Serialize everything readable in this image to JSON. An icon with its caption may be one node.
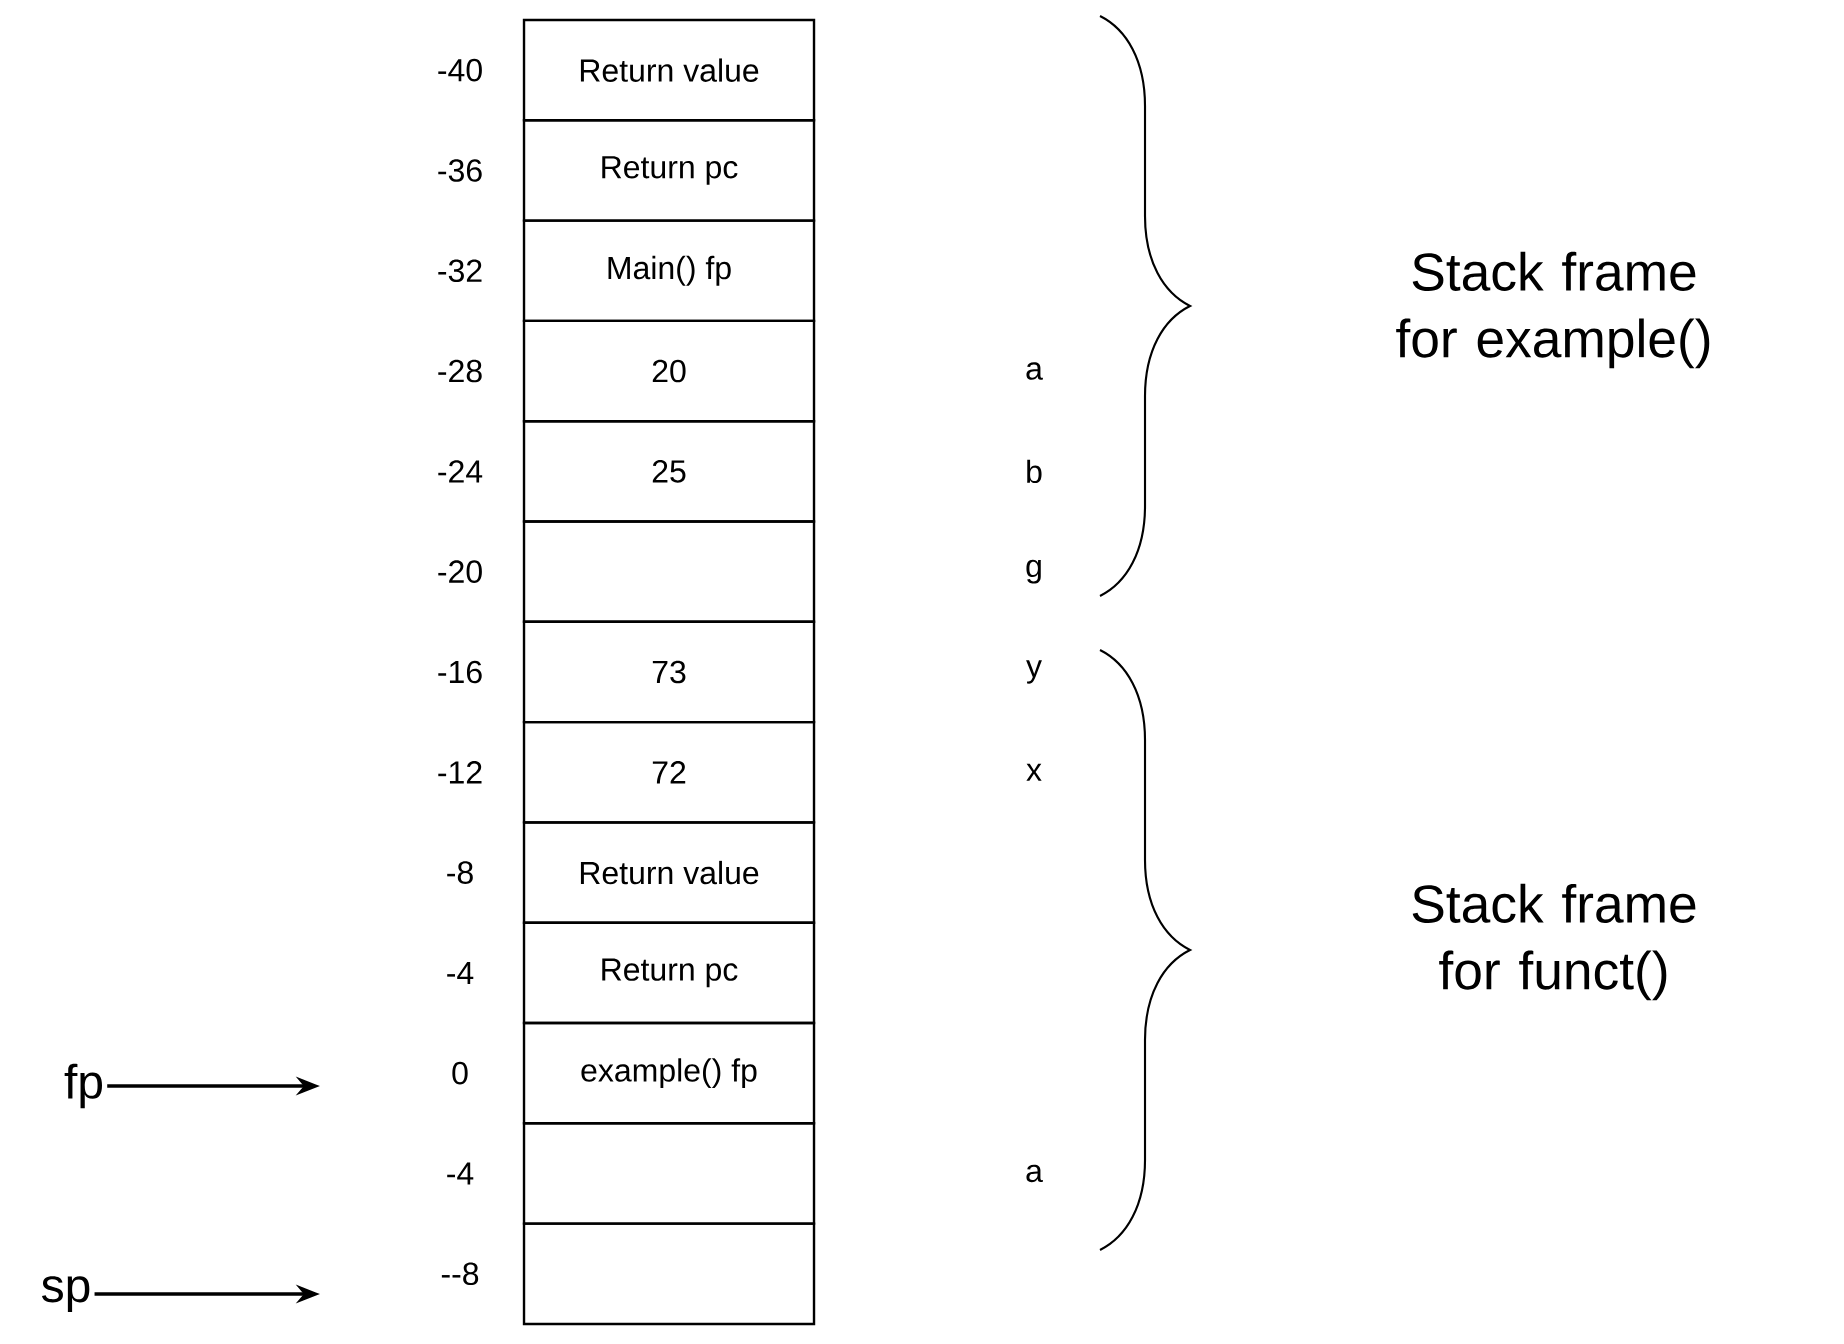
{
  "diagram": {
    "nodes": [
      {
        "text": [
          "Return value"
        ]
      },
      {
        "text": [
          "Return pc"
        ]
      },
      {
        "text": [
          "Main() fp"
        ]
      },
      {
        "text": [
          "20"
        ]
      },
      {
        "text": [
          "25"
        ]
      },
      {
        "text": [],
        "shape": "box"
      },
      {
        "text": [
          "73"
        ]
      },
      {
        "text": [
          "72"
        ]
      },
      {
        "text": [
          "Return value"
        ]
      },
      {
        "text": [
          "Return pc"
        ]
      },
      {
        "text": [
          "example() fp"
        ]
      },
      {
        "text": [],
        "shape": "box"
      },
      {
        "text": [],
        "shape": "box"
      },
      {
        "text": [
          "fp"
        ]
      },
      {
        "text": [
          "sp"
        ]
      }
    ],
    "edges": [
      {
        "from": 13,
        "to": null,
        "arrow": "to"
      },
      {
        "from": 14,
        "to": null,
        "arrow": "to"
      }
    ],
    "labels": [
      "-40",
      "-36",
      "-32",
      "-28",
      "-24",
      "-20",
      "-16",
      "-12",
      "-8",
      "-4",
      "0",
      "-4",
      "--8",
      "a",
      "b",
      "g",
      "y",
      "x",
      "a",
      "Stack frame for example()",
      "Stack frame for funct()"
    ]
  }
}
